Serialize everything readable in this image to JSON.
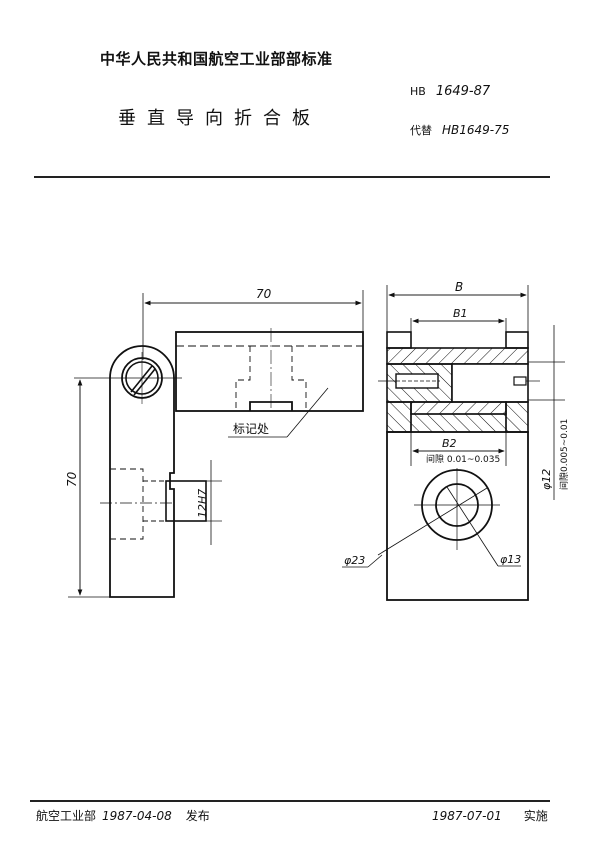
{
  "header": {
    "organization": "中华人民共和国航空工业部部标准",
    "title": "垂直导向折合板",
    "standard_prefix": "HB",
    "standard_number": "1649-87",
    "replaces_label": "代替",
    "replaces_number": "HB1649-75"
  },
  "drawing": {
    "left_view": {
      "dim_width": "70",
      "dim_height": "70",
      "slot_dim": "12H7",
      "mark_label": "标记处"
    },
    "right_view": {
      "dim_B": "B",
      "dim_B1": "B1",
      "dim_B2": "B2",
      "clearance_B2": "间隙 0.01~0.035",
      "dim_phi12": "φ12",
      "clearance_phi12": "间隙0.005~0.01",
      "dim_phi23": "φ23",
      "dim_phi13": "φ13"
    }
  },
  "footer": {
    "issuer": "航空工业部",
    "issue_date": "1987-04-08",
    "issue_label": "发布",
    "effective_date": "1987-07-01",
    "effective_label": "实施"
  }
}
